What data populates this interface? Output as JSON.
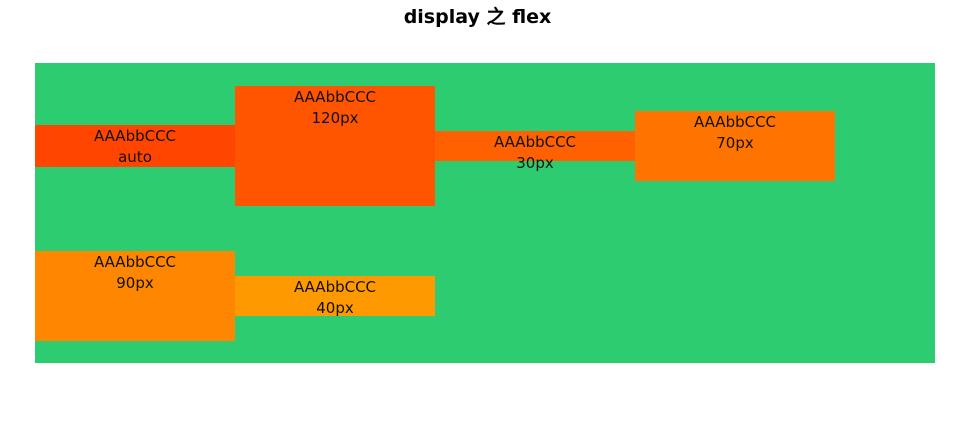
{
  "page": {
    "title": "display 之 flex"
  },
  "colors": {
    "container_bg": "#2ecc71",
    "item_1": "#ff4500",
    "item_2": "#ff5400",
    "item_3": "#ff6000",
    "item_4": "#ff7400",
    "item_5": "#ff8600",
    "item_6": "#ff9900"
  },
  "items": [
    {
      "text": "AAAbbCCC",
      "height_label": "auto"
    },
    {
      "text": "AAAbbCCC",
      "height_label": "120px"
    },
    {
      "text": "AAAbbCCC",
      "height_label": "30px"
    },
    {
      "text": "AAAbbCCC",
      "height_label": "70px"
    },
    {
      "text": "AAAbbCCC",
      "height_label": "90px"
    },
    {
      "text": "AAAbbCCC",
      "height_label": "40px"
    }
  ]
}
